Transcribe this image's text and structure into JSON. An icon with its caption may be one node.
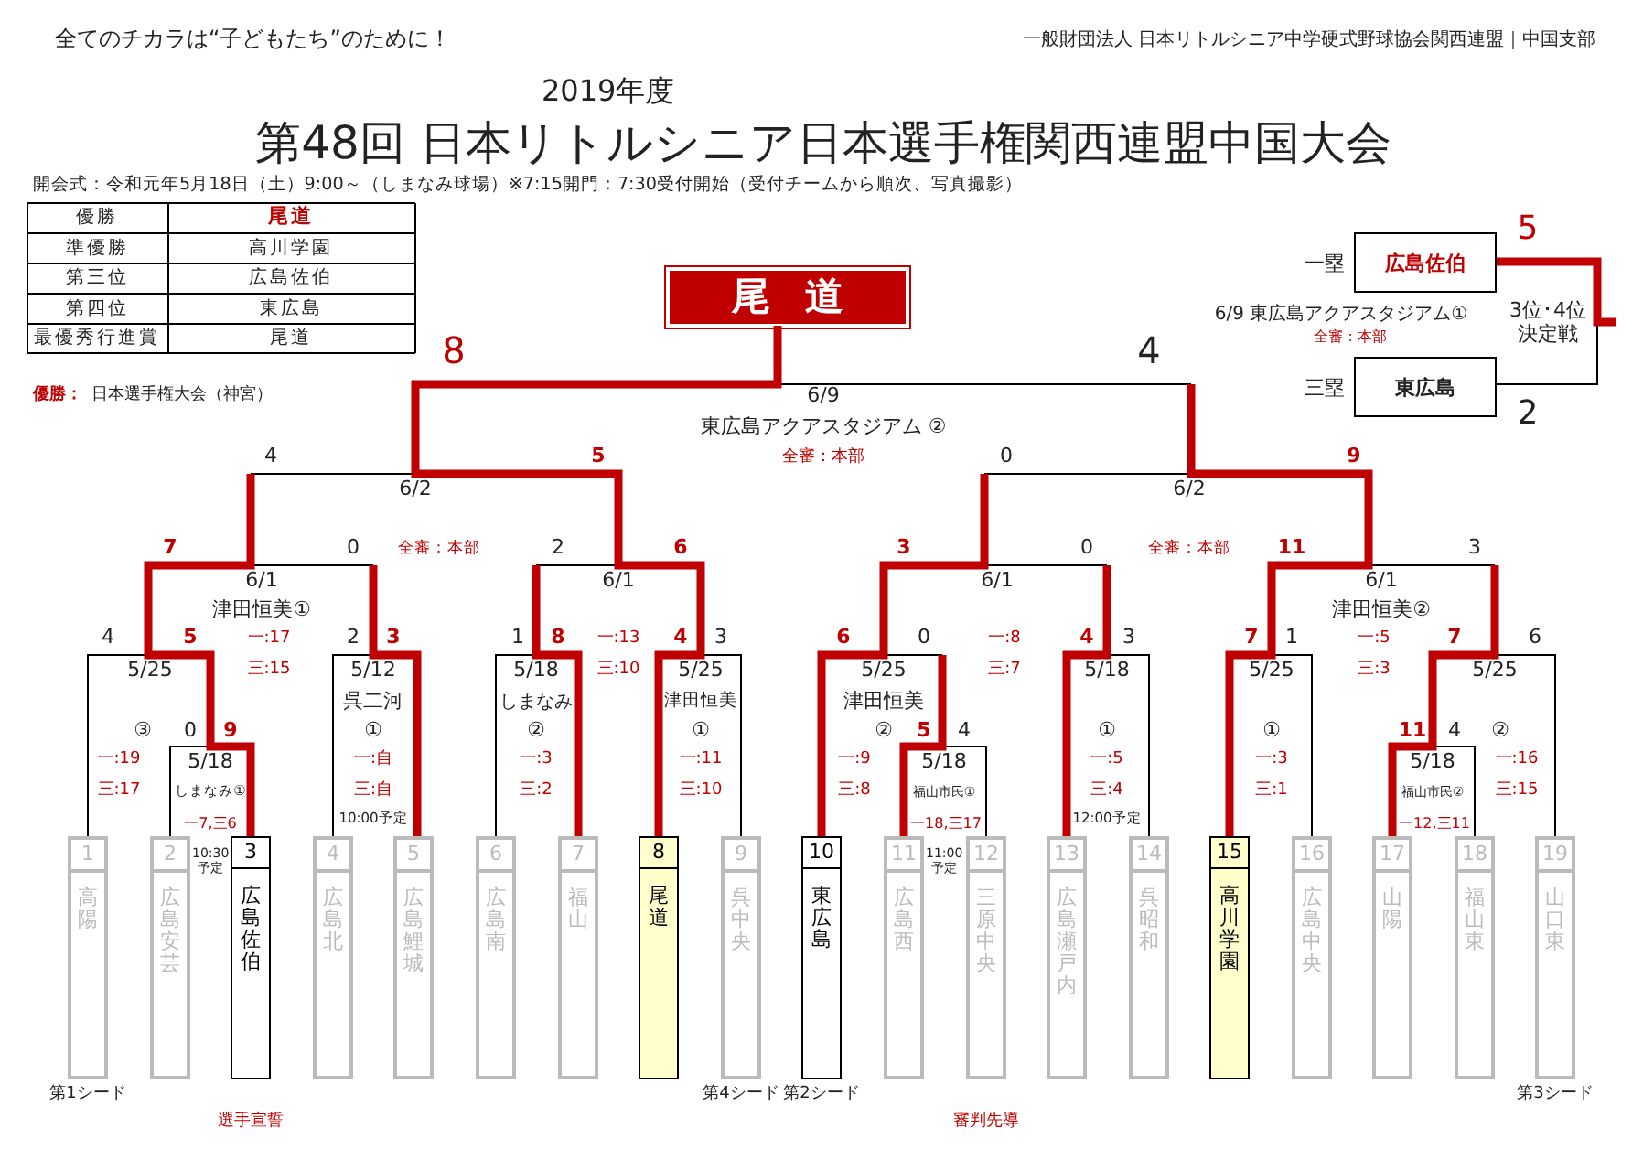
{
  "diagram": {
    "title": "第48回 日本リトルシニア日本選手権関西連盟中国大会",
    "nodes": [
      {
        "text": [
          "尾道"
        ]
      },
      {
        "text": [
          "広島佐伯"
        ],
        "beside": [
          "一塁"
        ]
      },
      {
        "text": [
          "東広島"
        ],
        "beside": [
          "三塁"
        ]
      },
      {
        "text": [
          "1",
          "高陽"
        ]
      },
      {
        "text": [
          "2",
          "広島安芸"
        ]
      },
      {
        "text": [
          "3",
          "広島佐伯"
        ]
      },
      {
        "text": [
          "4",
          "広島北"
        ]
      },
      {
        "text": [
          "5",
          "広島鯉城"
        ]
      },
      {
        "text": [
          "6",
          "広島南"
        ]
      },
      {
        "text": [
          "7",
          "福山"
        ]
      },
      {
        "text": [
          "8",
          "尾道"
        ]
      },
      {
        "text": [
          "9",
          "呉中央"
        ]
      },
      {
        "text": [
          "10",
          "東広島"
        ]
      },
      {
        "text": [
          "11",
          "広島西"
        ]
      },
      {
        "text": [
          "12",
          "三原中央"
        ]
      },
      {
        "text": [
          "13",
          "広島瀬戸内"
        ]
      },
      {
        "text": [
          "14",
          "呉昭和"
        ]
      },
      {
        "text": [
          "15",
          "高川学園"
        ]
      },
      {
        "text": [
          "16",
          "広島中央"
        ]
      },
      {
        "text": [
          "17",
          "山陽"
        ]
      },
      {
        "text": [
          "18",
          "福山東"
        ]
      },
      {
        "text": [
          "19",
          "山口東"
        ]
      }
    ],
    "labels": [
      "全てのチカラは“子どもたち”のために！",
      "一般財団法人 日本リトルシニア中学硬式野球協会関西連盟｜中国支部",
      "2019年度",
      "開会式：令和元年5月18日（土）9:00～（しまなみ球場）※7:15開門：7:30受付開始（受付チームから順次、写真撮影）",
      "優勝",
      "尾道",
      "5",
      "準優勝",
      "高川学園",
      "第三位",
      "広島佐伯",
      "第四位",
      "東広島",
      "6/9 東広島アクアスタジアム①",
      "3位･4位決定戦",
      "最優秀行進賞",
      "尾道",
      "全審：本部",
      "8",
      "4",
      "優勝：",
      "日本選手権大会（神宮）",
      "6/9",
      "2",
      "東広島アクアスタジアム ②",
      "4",
      "5",
      "全審：本部",
      "0",
      "9",
      "6/2",
      "6/2",
      "7",
      "0",
      "全審：本部",
      "2",
      "6",
      "3",
      "0",
      "全審：本部",
      "11",
      "3",
      "6/1",
      "6/1",
      "6/1",
      "6/1",
      "津田恒美①",
      "津田恒美②",
      "4",
      "5",
      "一:17",
      "2",
      "3",
      "1",
      "8",
      "一:13",
      "4",
      "3",
      "6",
      "0",
      "一:8",
      "4",
      "3",
      "7",
      "1",
      "一:5",
      "7",
      "6",
      "5/25",
      "三:15",
      "5/12",
      "5/18",
      "三:10",
      "5/25",
      "5/25",
      "三:7",
      "5/18",
      "5/25",
      "三:3",
      "5/25",
      "呉二河",
      "しまなみ",
      "津田恒美",
      "津田恒美",
      "③",
      "0",
      "9",
      "①",
      "②",
      "①",
      "②",
      "5",
      "4",
      "①",
      "①",
      "11",
      "4",
      "②",
      "一:19",
      "5/18",
      "一:自",
      "一:3",
      "一:11",
      "一:9",
      "5/18",
      "一:5",
      "一:3",
      "5/18",
      "一:16",
      "三:17",
      "しまなみ①",
      "三:自",
      "三:2",
      "三:10",
      "三:8",
      "福山市民①",
      "三:4",
      "三:1",
      "福山市民②",
      "三:15",
      "一7,三6",
      "10:00予定",
      "一18,三17",
      "12:00予定",
      "一12,三11",
      "10:30 予定",
      "11:00 予定",
      "第1シード",
      "第4シード",
      "第2シード",
      "第3シード",
      "選手宣誓",
      "審判先導"
    ]
  }
}
